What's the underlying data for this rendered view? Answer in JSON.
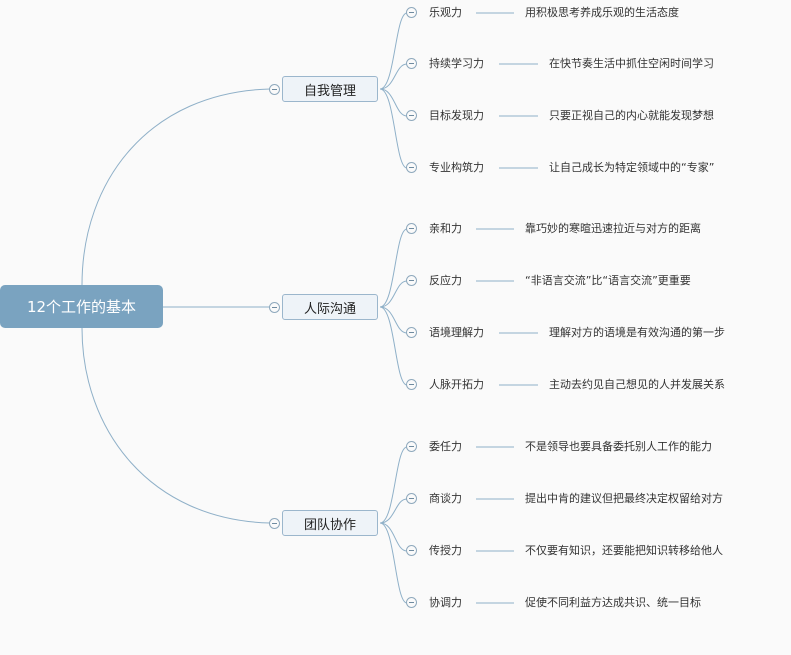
{
  "root": {
    "label": "12个工作的基本"
  },
  "branches": [
    {
      "label": "自我管理",
      "items": [
        {
          "label": "乐观力",
          "desc": "用积极思考养成乐观的生活态度"
        },
        {
          "label": "持续学习力",
          "desc": "在快节奏生活中抓住空闲时间学习"
        },
        {
          "label": "目标发现力",
          "desc": "只要正视自己的内心就能发现梦想"
        },
        {
          "label": "专业构筑力",
          "desc": "让自己成长为特定领域中的“专家”"
        }
      ]
    },
    {
      "label": "人际沟通",
      "items": [
        {
          "label": "亲和力",
          "desc": "靠巧妙的寒暄迅速拉近与对方的距离"
        },
        {
          "label": "反应力",
          "desc": "“非语言交流”比“语言交流”更重要"
        },
        {
          "label": "语境理解力",
          "desc": "理解对方的语境是有效沟通的第一步"
        },
        {
          "label": "人脉开拓力",
          "desc": "主动去约见自己想见的人并发展关系"
        }
      ]
    },
    {
      "label": "团队协作",
      "items": [
        {
          "label": "委任力",
          "desc": "不是领导也要具备委托别人工作的能力"
        },
        {
          "label": "商谈力",
          "desc": "提出中肯的建议但把最终决定权留给对方"
        },
        {
          "label": "传授力",
          "desc": "不仅要有知识，还要能把知识转移给他人"
        },
        {
          "label": "协调力",
          "desc": "促使不同利益方达成共识、统一目标"
        }
      ]
    }
  ]
}
